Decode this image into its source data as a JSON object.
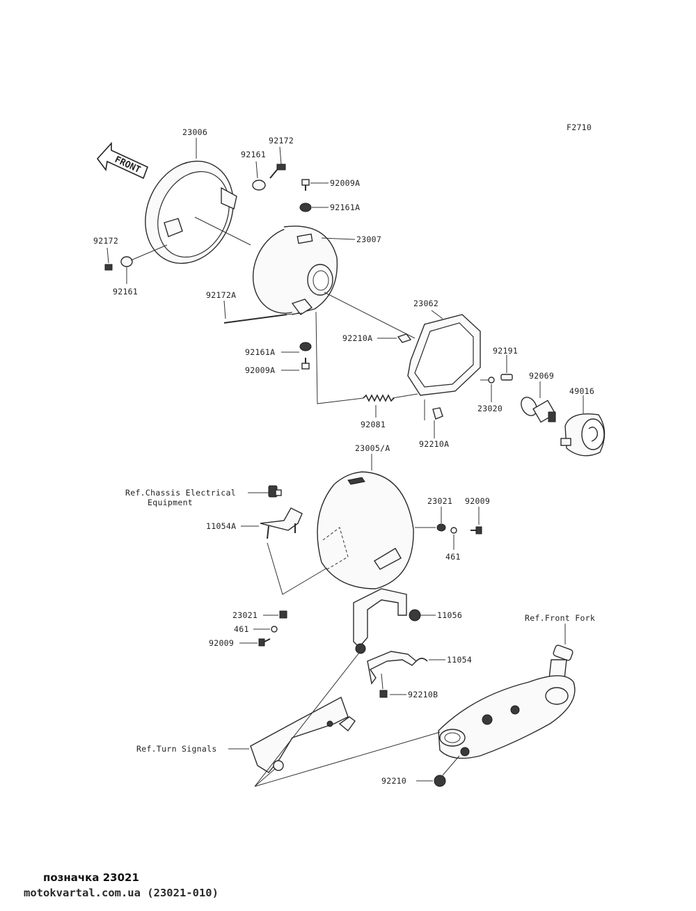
{
  "diagram": {
    "figure_code": "F2710",
    "front_arrow_text": "FRONT",
    "labels": {
      "p23006": "23006",
      "p92172_top": "92172",
      "p92161_top": "92161",
      "p92009A_top": "92009A",
      "p92161A_top": "92161A",
      "p23007": "23007",
      "p92172_left": "92172",
      "p92161_left": "92161",
      "p92172A": "92172A",
      "p23062": "23062",
      "p92210A_upper": "92210A",
      "p92191": "92191",
      "p92069": "92069",
      "p49016": "49016",
      "p92161A_bottom": "92161A",
      "p92009A_bottom": "92009A",
      "p23020": "23020",
      "p92081": "92081",
      "p92210A_lower": "92210A",
      "p23005A": "23005/A",
      "ref_chassis_1": "Ref.Chassis Electrical",
      "ref_chassis_2": "Equipment",
      "p11054A": "11054A",
      "p23021_right": "23021",
      "p92009_right": "92009",
      "p461_right": "461",
      "p23021_left": "23021",
      "p461_left": "461",
      "p92009_left": "92009",
      "p11056": "11056",
      "ref_front_fork": "Ref.Front Fork",
      "p11054": "11054",
      "p92210B": "92210B",
      "ref_turn_signals": "Ref.Turn Signals",
      "p92210": "92210"
    }
  },
  "footer": {
    "caption": "позначка 23021",
    "source": "motokvartal.com.ua (23021-010)"
  }
}
